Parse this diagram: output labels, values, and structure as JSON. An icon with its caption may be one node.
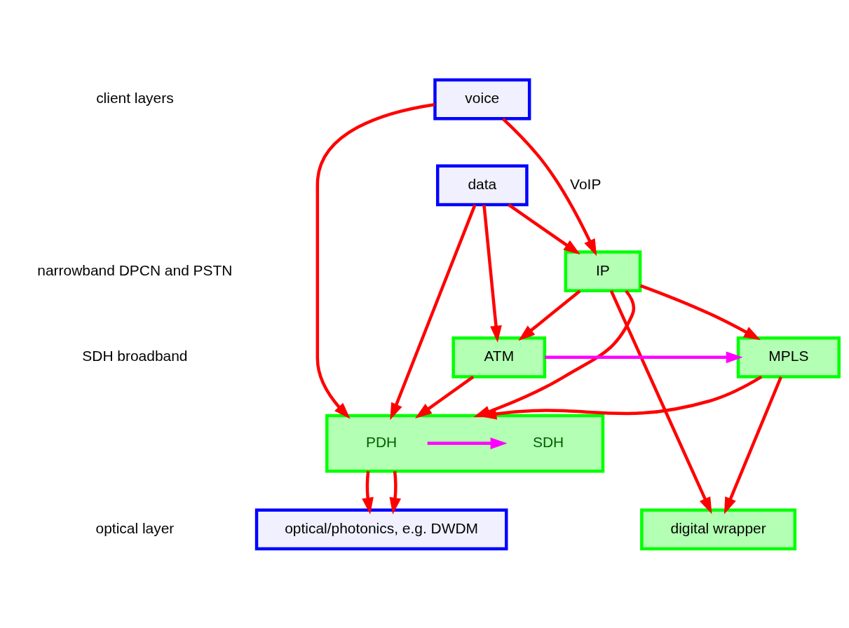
{
  "diagram": {
    "nodes": [
      {
        "text": [
          "voice"
        ]
      },
      {
        "text": [
          "data"
        ]
      },
      {
        "text": [
          "IP"
        ]
      },
      {
        "text": [
          "ATM"
        ]
      },
      {
        "text": [
          "MPLS"
        ]
      },
      {
        "text": [],
        "shape": "box"
      },
      {
        "text": [
          "PDH"
        ],
        "in": 5
      },
      {
        "text": [
          "SDH"
        ],
        "in": 5
      },
      {
        "text": [
          "optical/photonics, e.g. DWDM"
        ]
      },
      {
        "text": [
          "digital wrapper"
        ]
      }
    ],
    "edges": [
      {
        "from": 0,
        "to": 5,
        "arrow": "to"
      },
      {
        "from": 0,
        "to": 2,
        "arrow": "to",
        "label": "VoIP"
      },
      {
        "from": 1,
        "to": 5,
        "arrow": "to"
      },
      {
        "from": 1,
        "to": 3,
        "arrow": "to"
      },
      {
        "from": 1,
        "to": 2,
        "arrow": "to"
      },
      {
        "from": 2,
        "to": 3,
        "arrow": "to"
      },
      {
        "from": 2,
        "to": 5,
        "arrow": "to"
      },
      {
        "from": 2,
        "to": 4,
        "arrow": "to"
      },
      {
        "from": 2,
        "to": 9,
        "arrow": "to"
      },
      {
        "from": 3,
        "to": 4,
        "arrow": "to",
        "color": "#ff00ff"
      },
      {
        "from": 3,
        "to": 5,
        "arrow": "to"
      },
      {
        "from": 4,
        "to": 5,
        "arrow": "to"
      },
      {
        "from": 4,
        "to": 9,
        "arrow": "to"
      },
      {
        "from": 6,
        "to": 7,
        "arrow": "to",
        "color": "#ff00ff"
      },
      {
        "from": 5,
        "to": 8,
        "arrow": "to"
      },
      {
        "from": 5,
        "to": 8,
        "arrow": "to"
      }
    ],
    "labels": [
      "client layers",
      "narrowband DPCN and PSTN",
      "SDH broadband",
      "optical layer"
    ]
  }
}
